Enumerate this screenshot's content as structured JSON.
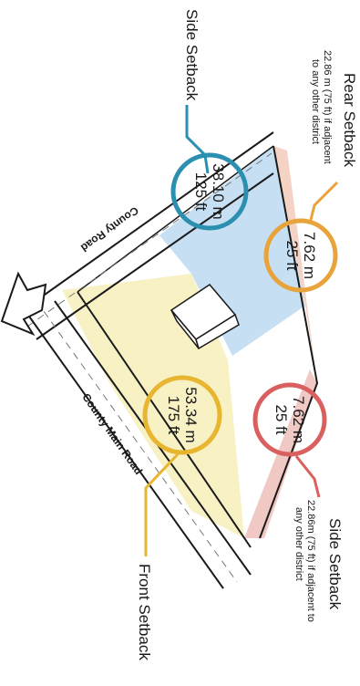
{
  "diagram": {
    "circles": {
      "side_north": {
        "line1": "38.10 m",
        "line2": "125 ft",
        "color": "#2b8fb0"
      },
      "rear": {
        "line1": "7.62 m",
        "line2": "25 ft",
        "color": "#e8a33a"
      },
      "side_south": {
        "line1": "7.62 m",
        "line2": "25 ft",
        "color": "#d9605e"
      },
      "front": {
        "line1": "53.34 m",
        "line2": "175 ft",
        "color": "#e8b531"
      }
    },
    "labels": {
      "side_north_title": "Side Setback",
      "rear_title": "Rear Setback",
      "rear_note_1": "22.86 m (75 ft) if adjacent",
      "rear_note_2": "to any other district",
      "side_south_title": "Side Setback",
      "side_south_note_1": "22.86m (75 ft) if adjacent to",
      "side_south_note_2": "any other district",
      "front_title": "Front Setback"
    },
    "roads": {
      "county_road": "County Road",
      "county_main_road": "County Main Road"
    },
    "colors": {
      "side_zone": "#c7dff2",
      "front_zone": "#f7f1c4",
      "side_south_zone": "#f0c8c4",
      "rear_zone": "#f4d3c4",
      "line": "#1a1a1a"
    }
  }
}
